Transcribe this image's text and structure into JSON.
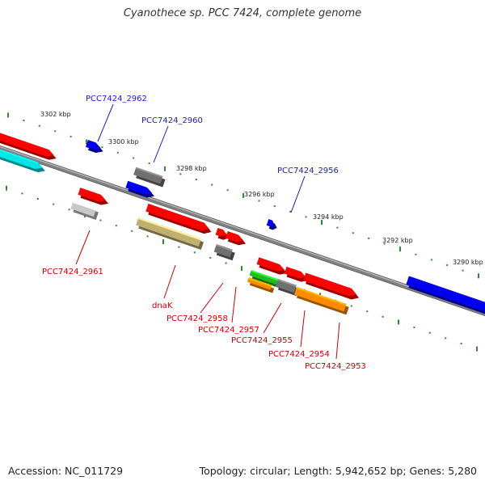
{
  "title": "Cyanothece sp. PCC 7424, complete genome",
  "footer": {
    "accession": "Accession: NC_011729",
    "summary": "Topology: circular; Length: 5,942,652 bp; Genes: 5,280"
  },
  "colors": {
    "background": "#ffffff",
    "backbone": "#808080",
    "tick": "#2e8b2e",
    "label_upper_strand": "#1a1acc",
    "label_lower_strand": "#cc0000",
    "leader_upper_strand": "#1a1acc",
    "leader_lower_strand": "#cc0000"
  },
  "ticks": [
    {
      "label": "3302 kbp"
    },
    {
      "label": "3300 kbp"
    },
    {
      "label": "3298 kbp"
    },
    {
      "label": "3296 kbp"
    },
    {
      "label": "3294 kbp"
    },
    {
      "label": "3292 kbp"
    },
    {
      "label": "3290 kbp"
    }
  ],
  "genes": [
    {
      "name": "",
      "color": "#ff0000"
    },
    {
      "name": "",
      "color": "#00e5e5"
    },
    {
      "name": "",
      "color": "#0000ee"
    },
    {
      "name": "PCC7424_2962",
      "color": "#0000ee"
    },
    {
      "name": "PCC7424_2961",
      "color": "#ff0000"
    },
    {
      "name": "PCC7424_2961",
      "color": "#c8c8c8"
    },
    {
      "name": "PCC7424_2960",
      "color": "#707070"
    },
    {
      "name": "PCC7424_2960",
      "color": "#0000ee"
    },
    {
      "name": "dnaK",
      "color": "#ff0000"
    },
    {
      "name": "dnaK",
      "color": "#c0b070"
    },
    {
      "name": "PCC7424_2958",
      "color": "#ff0000"
    },
    {
      "name": "PCC7424_2958",
      "color": "#ff0000"
    },
    {
      "name": "PCC7424_2957",
      "color": "#707070"
    },
    {
      "name": "PCC7424_2956",
      "color": "#0000ee"
    },
    {
      "name": "PCC7424_2955",
      "color": "#ff0000"
    },
    {
      "name": "PCC7424_2955",
      "color": "#22bb22"
    },
    {
      "name": "PCC7424_2955",
      "color": "#ff8c00"
    },
    {
      "name": "PCC7424_2954",
      "color": "#ff0000"
    },
    {
      "name": "PCC7424_2954",
      "color": "#707070"
    },
    {
      "name": "PCC7424_2953",
      "color": "#ff0000"
    },
    {
      "name": "PCC7424_2953",
      "color": "#ff8c00"
    },
    {
      "name": "",
      "color": "#0000ee"
    }
  ],
  "labels": [
    {
      "text": "PCC7424_2962",
      "strand": "upper"
    },
    {
      "text": "PCC7424_2960",
      "strand": "upper"
    },
    {
      "text": "PCC7424_2956",
      "strand": "upper"
    },
    {
      "text": "PCC7424_2961",
      "strand": "lower"
    },
    {
      "text": "dnaK",
      "strand": "lower"
    },
    {
      "text": "PCC7424_2958",
      "strand": "lower"
    },
    {
      "text": "PCC7424_2957",
      "strand": "lower"
    },
    {
      "text": "PCC7424_2955",
      "strand": "lower"
    },
    {
      "text": "PCC7424_2954",
      "strand": "lower"
    },
    {
      "text": "PCC7424_2953",
      "strand": "lower"
    }
  ]
}
